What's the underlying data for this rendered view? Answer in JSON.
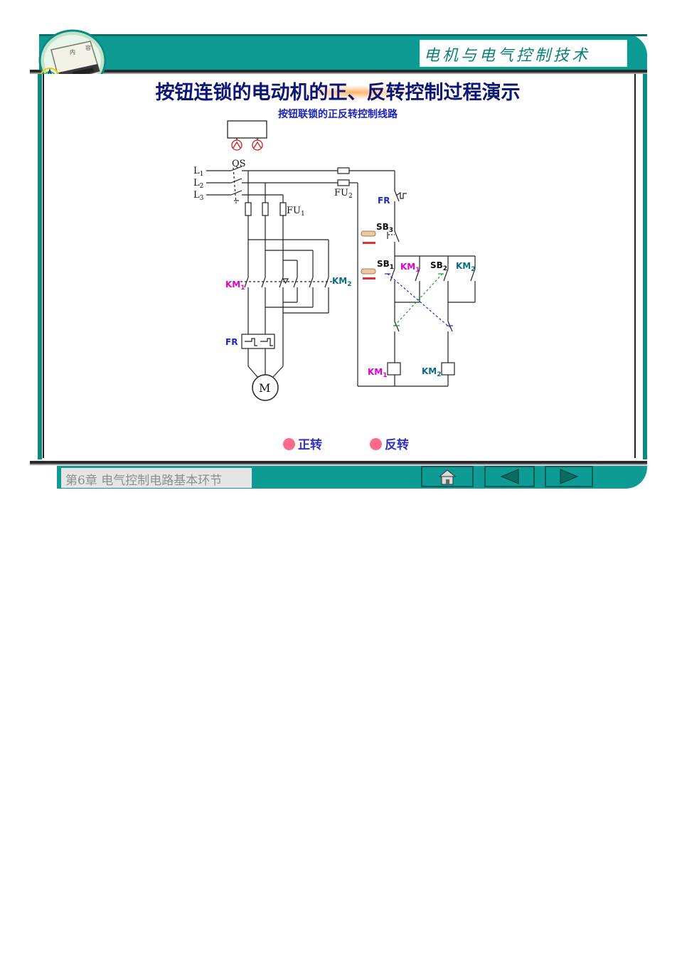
{
  "header": {
    "course_title": "电机与电气控制技术"
  },
  "slide": {
    "title": "按钮连锁的电动机的正、反转控制过程演示",
    "subtitle": "按钮联锁的正反转控制线路"
  },
  "diagram_labels": {
    "L1": "L",
    "L1_sub": "1",
    "L2": "L",
    "L2_sub": "2",
    "L3": "L",
    "L3_sub": "3",
    "QS": "QS",
    "FU1": "FU",
    "FU1_sub": "1",
    "FU2": "FU",
    "FU2_sub": "2",
    "FR_ctrl": "FR",
    "FR_main": "FR",
    "SB3": "SB",
    "SB3_sub": "3",
    "SB1": "SB",
    "SB1_sub": "1",
    "SB2": "SB",
    "SB2_sub": "2",
    "KM1_main": "KM",
    "KM1_main_sub": "1",
    "KM2_main": "KM",
    "KM2_main_sub": "2",
    "KM1_aux": "KM",
    "KM1_aux_sub": "1",
    "KM2_aux": "KM",
    "KM2_aux_sub": "2",
    "KM1_coil": "KM",
    "KM1_coil_sub": "1",
    "KM2_coil": "KM",
    "KM2_coil_sub": "2",
    "motor": "M"
  },
  "controls": {
    "forward": "正转",
    "reverse": "反转"
  },
  "footer": {
    "chapter": "第6章   电气控制电路基本环节"
  },
  "nav": {
    "home": "home-icon",
    "prev": "prev-arrow-icon",
    "next": "next-arrow-icon"
  },
  "colors": {
    "teal": "#0e9b93",
    "title": "#0b1677",
    "magenta": "#e000d0",
    "blue": "#1a2ac8",
    "teal_label": "#0a6a8a",
    "green": "#10a020"
  }
}
